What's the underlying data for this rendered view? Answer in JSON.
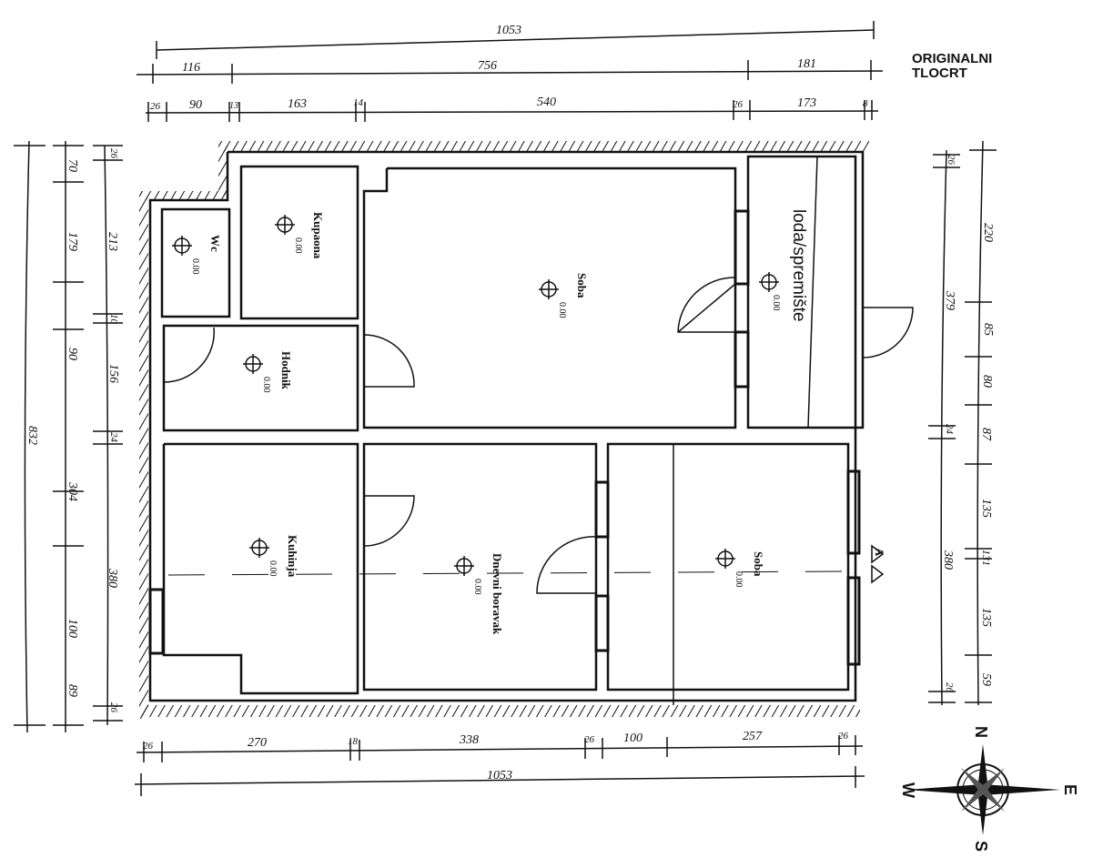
{
  "title": {
    "line1": "ORIGINALNI",
    "line2": "TLOCRT"
  },
  "rooms": [
    {
      "name": "Wc",
      "level": "0.00"
    },
    {
      "name": "Kupaona",
      "level": "0.00"
    },
    {
      "name": "Soba",
      "level": "0.00"
    },
    {
      "name": "loda/spremište",
      "level": "0.00"
    },
    {
      "name": "Hodnik",
      "level": "0.00"
    },
    {
      "name": "Kuhinja",
      "level": "0.00"
    },
    {
      "name": "Dnevni boravak",
      "level": "0.00"
    },
    {
      "name": "Soba",
      "level": "0.00"
    }
  ],
  "dims": {
    "top_total": "1053",
    "top_mid": [
      "116",
      "756",
      "181"
    ],
    "top_inner": [
      "26",
      "90",
      "13",
      "163",
      "14",
      "540",
      "26",
      "173",
      "8"
    ],
    "bottom_inner": [
      "26",
      "270",
      "18",
      "338",
      "26",
      "100",
      "257",
      "26"
    ],
    "bottom_total": "1053",
    "left_total": "832",
    "left_mid": [
      "70",
      "179",
      "90",
      "304",
      "100",
      "89"
    ],
    "left_inner": [
      "26",
      "213",
      "10",
      "156",
      "24",
      "380",
      "26"
    ],
    "right_outer": [
      "26",
      "379",
      "24",
      "380",
      "26"
    ],
    "right_inner": [
      "220",
      "85",
      "80",
      "87",
      "135",
      "131",
      "135",
      "59"
    ]
  },
  "section_marker": "A",
  "compass": {
    "n": "N",
    "s": "S",
    "e": "E",
    "w": "W"
  }
}
